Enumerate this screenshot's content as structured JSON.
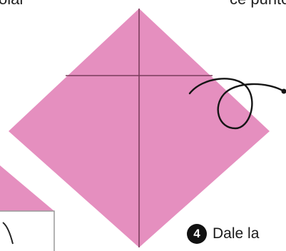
{
  "fragments": {
    "top_left": "olar",
    "top_right": "ce punto"
  },
  "step": {
    "number": "4",
    "text": "Dale la"
  },
  "colors": {
    "paper_pink": "#e58fbf",
    "fold_line": "#7a3d5c",
    "arrow": "#151515",
    "background": "#ffffff"
  }
}
